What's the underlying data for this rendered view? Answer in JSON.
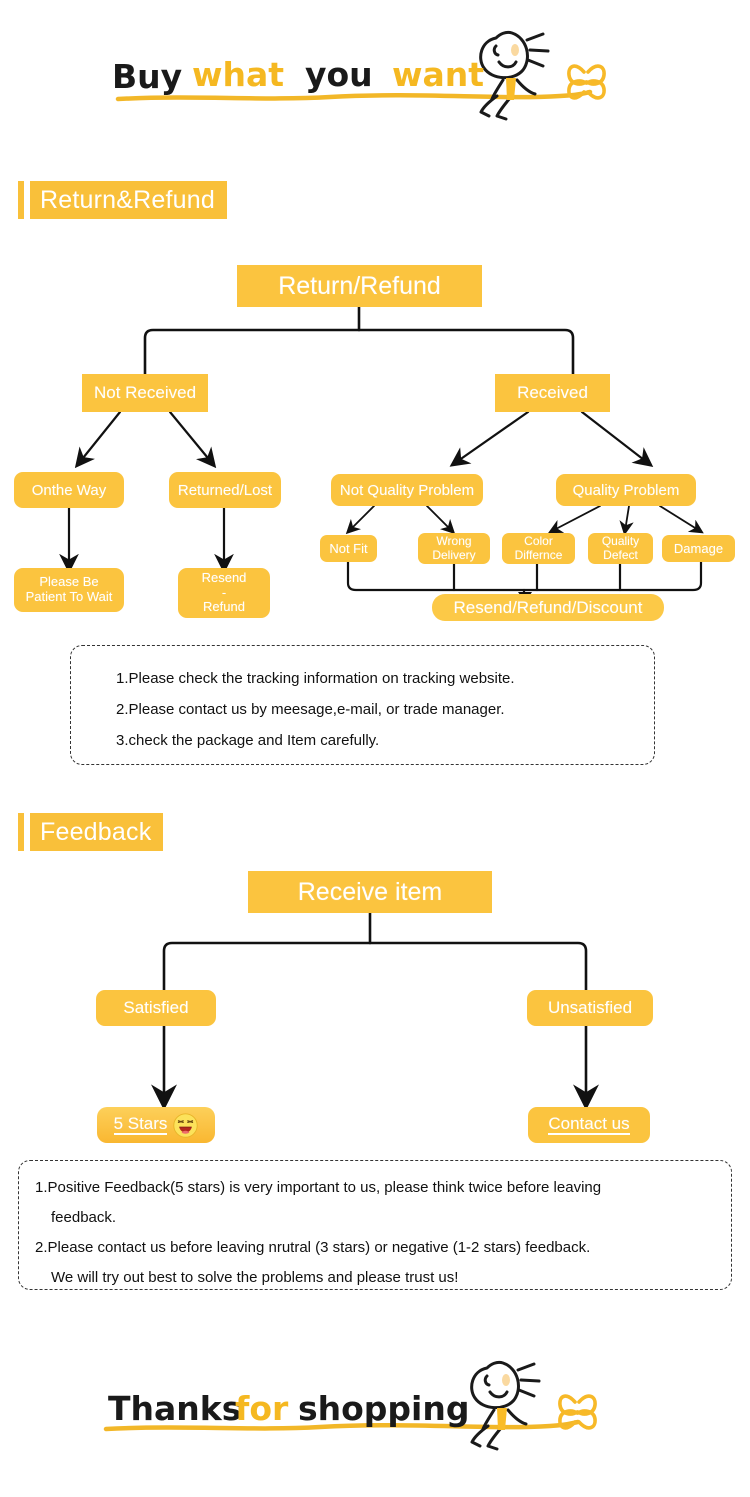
{
  "banners": {
    "top": {
      "words": [
        "Buy",
        "what",
        "you",
        "want"
      ],
      "alt": "buy-what-you-want-banner"
    },
    "bottom": {
      "words": [
        "Thanks",
        "for",
        "shopping"
      ],
      "alt": "thanks-for-shopping-banner"
    }
  },
  "colors": {
    "accent": "#F9C03A",
    "node_fill": "#FBC43F",
    "node_fill_light": "#FCC947",
    "node_text": "#FFFFFF",
    "line": "#111111",
    "body_text": "#111111",
    "background": "#FFFFFF"
  },
  "sections": [
    {
      "id": "return-refund",
      "title": "Return&Refund"
    },
    {
      "id": "feedback",
      "title": "Feedback"
    }
  ],
  "return_flow": {
    "root": "Return/Refund",
    "level1": {
      "left": "Not Received",
      "right": "Received"
    },
    "not_received": {
      "children": [
        "Onthe Way",
        "Returned/Lost"
      ],
      "outcomes": [
        "Please Be\nPatient To Wait",
        "Resend\n-\nRefund"
      ],
      "outcome_lines": [
        [
          "Please Be",
          "Patient To Wait"
        ],
        [
          "Resend",
          "-",
          "Refund"
        ]
      ]
    },
    "received": {
      "children": [
        "Not Quality Problem",
        "Quality Problem"
      ],
      "not_quality_reasons": [
        {
          "lines": [
            "Not Fit"
          ]
        },
        {
          "lines": [
            "Wrong",
            "Delivery"
          ]
        }
      ],
      "quality_reasons": [
        {
          "lines": [
            "Color",
            "Differnce"
          ]
        },
        {
          "lines": [
            "Quality",
            "Defect"
          ]
        },
        {
          "lines": [
            "Damage"
          ]
        }
      ],
      "resolution": "Resend/Refund/Discount"
    }
  },
  "return_note": {
    "lines": [
      "1.Please check the tracking information on tracking website.",
      "2.Please contact us by meesage,e-mail, or trade manager.",
      "3.check the package and Item carefully."
    ]
  },
  "feedback_flow": {
    "root": "Receive item",
    "level1": {
      "left": "Satisfied",
      "right": "Unsatisfied"
    },
    "satisfied_action": {
      "label": "5 Stars",
      "icon": "laughing-face-emoji"
    },
    "unsatisfied_action": {
      "label": "Contact us"
    }
  },
  "feedback_note": {
    "lines": [
      {
        "text": "1.Positive Feedback(5 stars) is very important to us, please think twice before leaving",
        "indent": false
      },
      {
        "text": "feedback.",
        "indent": true
      },
      {
        "text": "2.Please contact us before leaving nrutral (3 stars) or  negative (1-2 stars) feedback.",
        "indent": false
      },
      {
        "text": "We will try out best to solve the problems and please trust us!",
        "indent": true
      }
    ]
  }
}
